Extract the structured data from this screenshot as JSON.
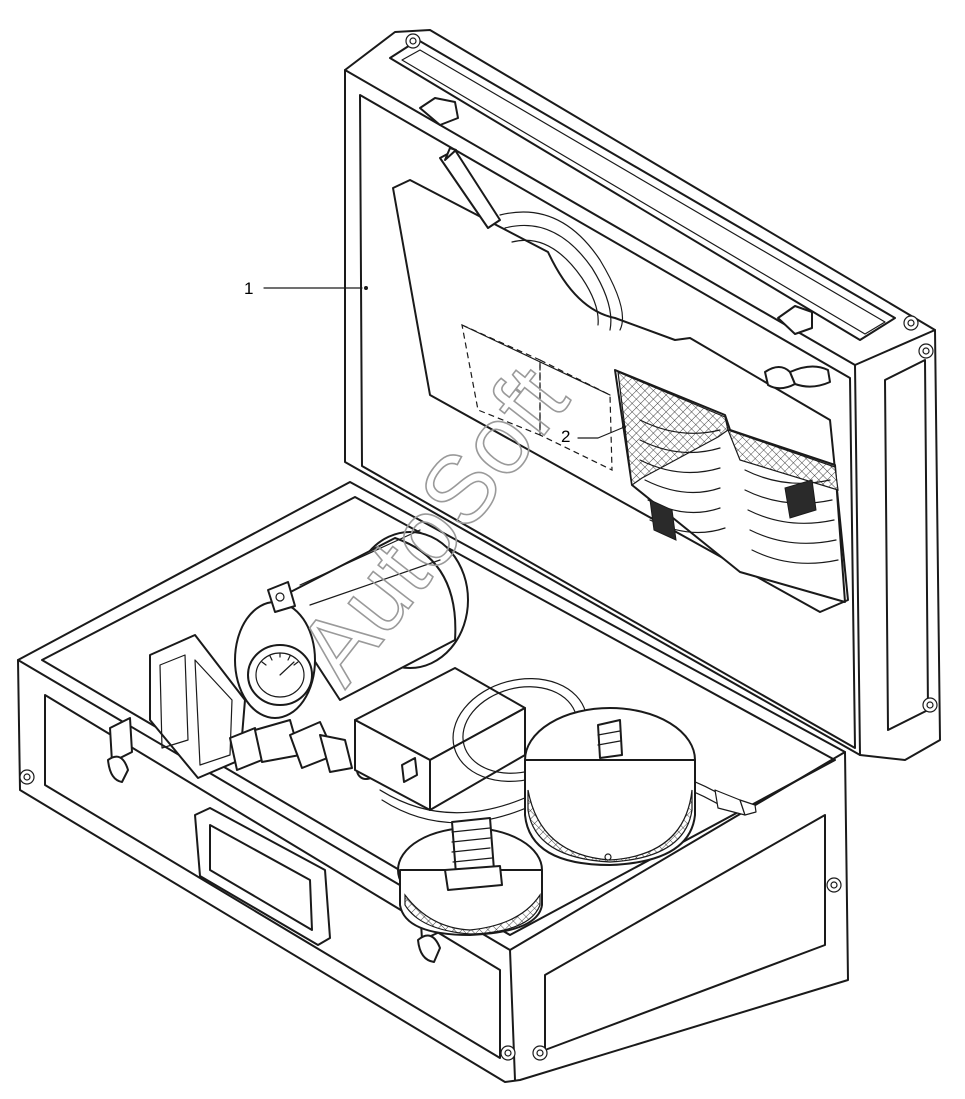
{
  "callouts": [
    {
      "label": "1"
    },
    {
      "label": "2"
    }
  ],
  "watermark": "AutoSoft"
}
